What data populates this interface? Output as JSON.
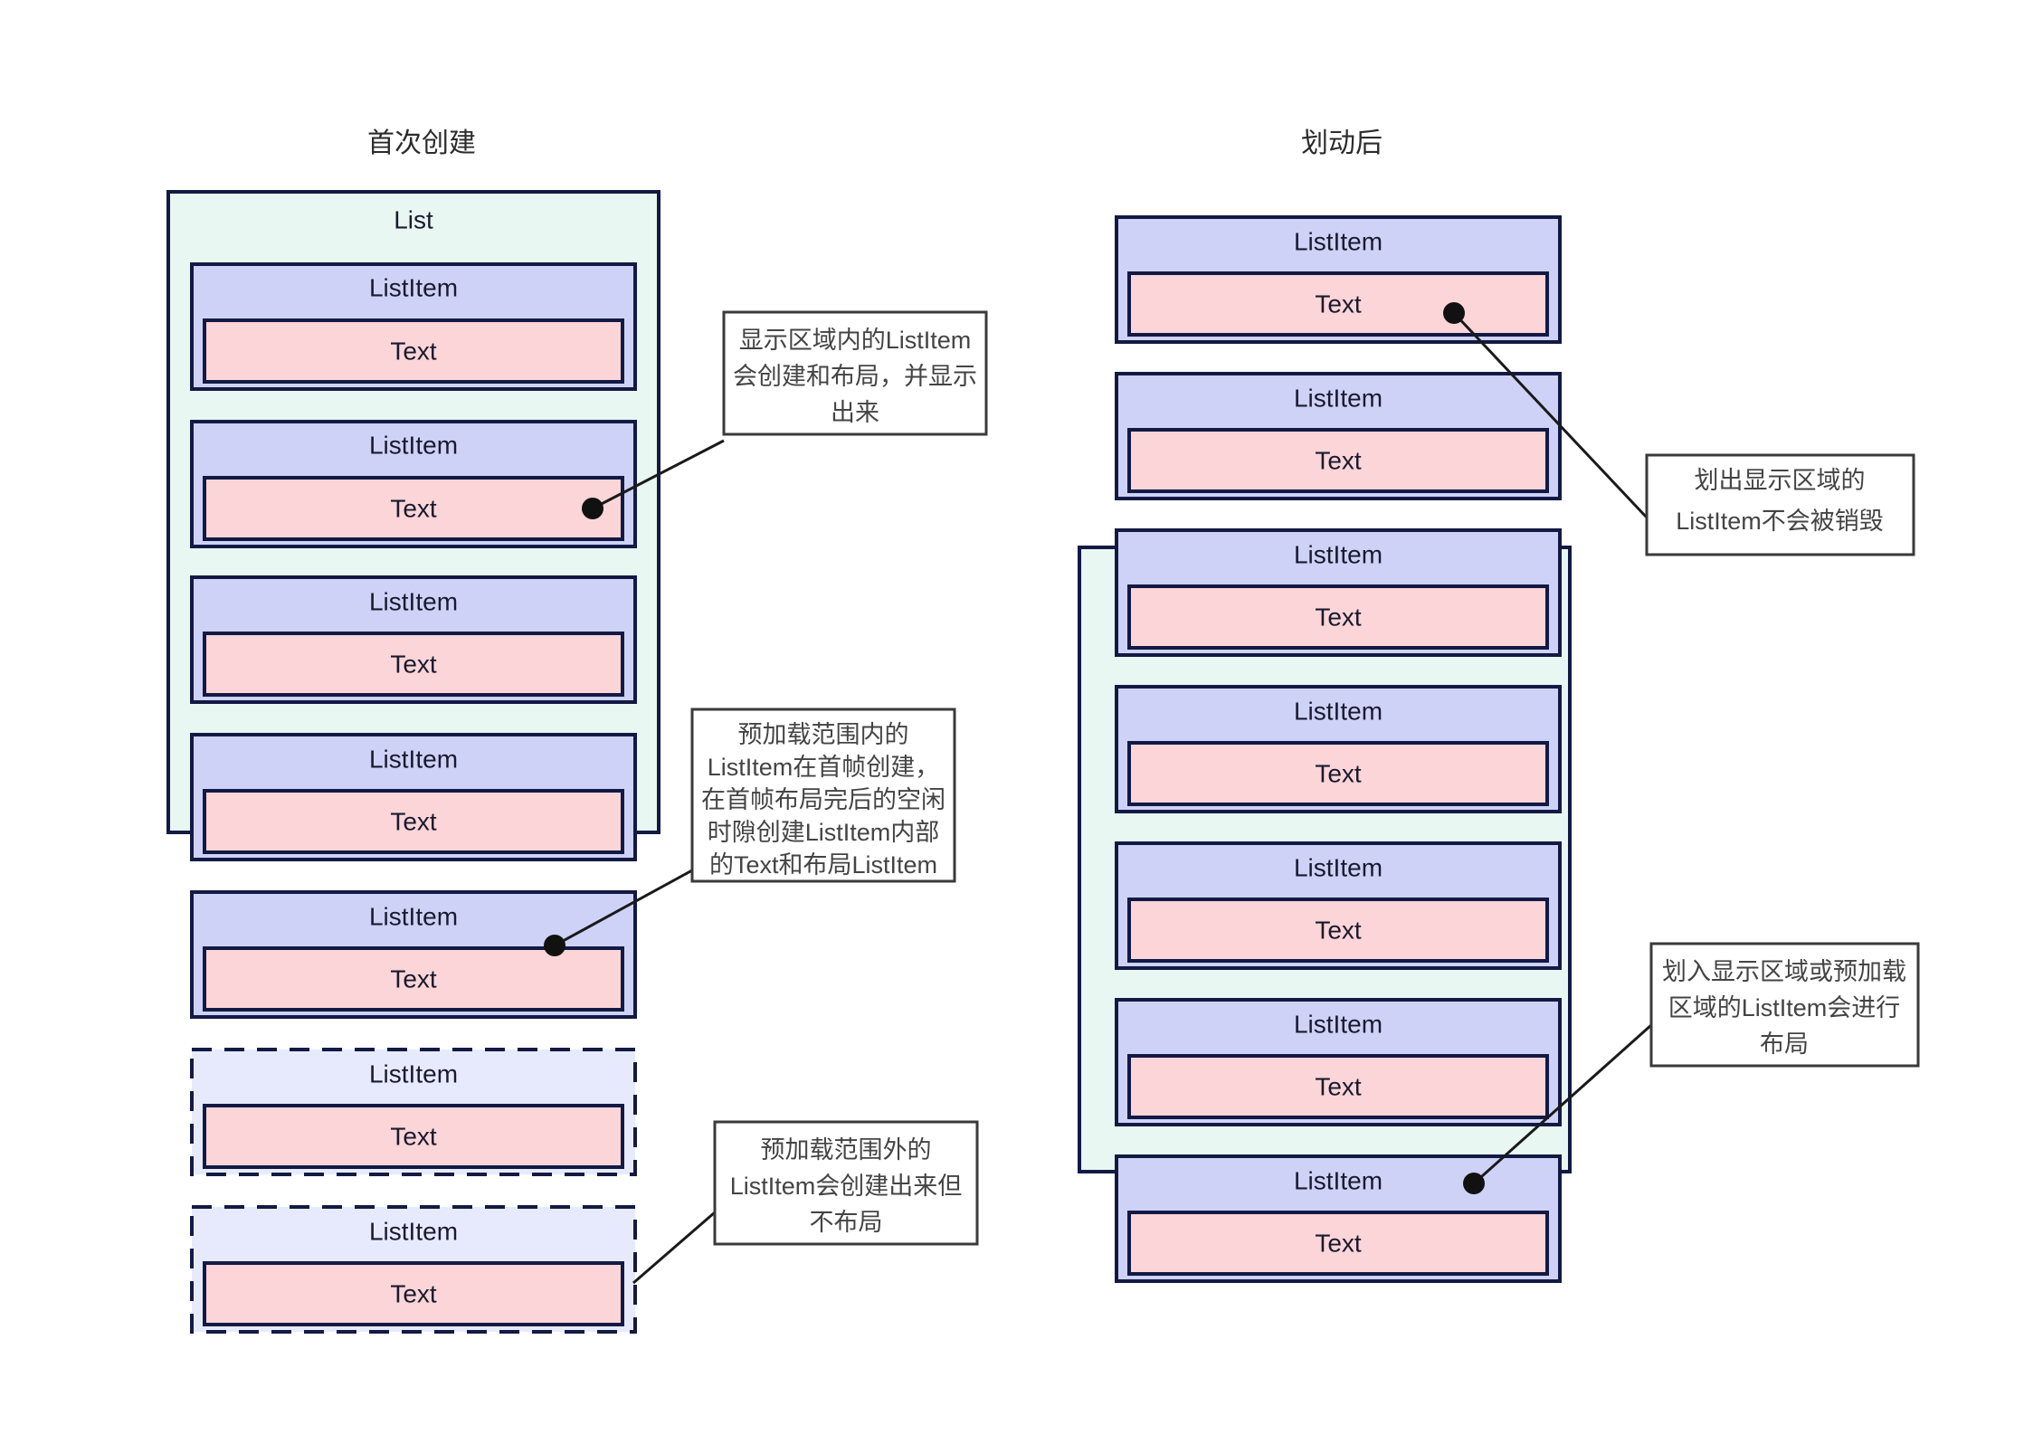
{
  "diagram": {
    "type": "ui-lifecycle-diagram",
    "background": "#ffffff",
    "colors": {
      "list_container_fill": "#e8f7f2",
      "listitem_fill": "#ced2f7",
      "listitem_unlaidout_fill": "#e7eafc",
      "text_fill": "#fcd5d8",
      "stroke": "#121a44",
      "note_stroke": "#3a3a3a",
      "note_fill": "#ffffff",
      "leader_line": "#1a1a1a",
      "title_text": "#2b2b2b",
      "note_text": "#444444"
    },
    "columns": [
      {
        "id": "initial-create",
        "title": "首次创建",
        "container": {
          "label": "List",
          "has_label": true
        },
        "items": [
          {
            "label": "ListItem",
            "child_label": "Text",
            "state": "laid-out"
          },
          {
            "label": "ListItem",
            "child_label": "Text",
            "state": "laid-out"
          },
          {
            "label": "ListItem",
            "child_label": "Text",
            "state": "laid-out"
          },
          {
            "label": "ListItem",
            "child_label": "Text",
            "state": "laid-out"
          },
          {
            "label": "ListItem",
            "child_label": "Text",
            "state": "laid-out"
          },
          {
            "label": "ListItem",
            "child_label": "Text",
            "state": "not-laid-out"
          },
          {
            "label": "ListItem",
            "child_label": "Text",
            "state": "not-laid-out"
          }
        ]
      },
      {
        "id": "after-swipe",
        "title": "划动后",
        "container": {
          "label": "",
          "has_label": false
        },
        "items": [
          {
            "label": "ListItem",
            "child_label": "Text",
            "state": "laid-out"
          },
          {
            "label": "ListItem",
            "child_label": "Text",
            "state": "laid-out"
          },
          {
            "label": "ListItem",
            "child_label": "Text",
            "state": "laid-out"
          },
          {
            "label": "ListItem",
            "child_label": "Text",
            "state": "laid-out"
          },
          {
            "label": "ListItem",
            "child_label": "Text",
            "state": "laid-out"
          },
          {
            "label": "ListItem",
            "child_label": "Text",
            "state": "laid-out"
          },
          {
            "label": "ListItem",
            "child_label": "Text",
            "state": "laid-out"
          }
        ]
      }
    ],
    "annotations": [
      {
        "id": "note-visible-area",
        "lines": [
          "显示区域内的ListItem",
          "会创建和布局，并显示",
          "出来"
        ],
        "target_column": "initial-create",
        "target_item_index": 1
      },
      {
        "id": "note-preload-inside",
        "lines": [
          "预加载范围内的",
          "ListItem在首帧创建，",
          "在首帧布局完后的空闲",
          "时隙创建ListItem内部",
          "的Text和布局ListItem"
        ],
        "target_column": "initial-create",
        "target_item_index": 4
      },
      {
        "id": "note-preload-outside",
        "lines": [
          "预加载范围外的",
          "ListItem会创建出来但",
          "不布局"
        ],
        "target_column": "initial-create",
        "target_item_index": 6
      },
      {
        "id": "note-scrolled-out",
        "lines": [
          "划出显示区域的",
          "ListItem不会被销毁"
        ],
        "target_column": "after-swipe",
        "target_item_index": 0
      },
      {
        "id": "note-scrolled-in",
        "lines": [
          "划入显示区域或预加载",
          "区域的ListItem会进行",
          "布局"
        ],
        "target_column": "after-swipe",
        "target_item_index": 6
      }
    ]
  }
}
